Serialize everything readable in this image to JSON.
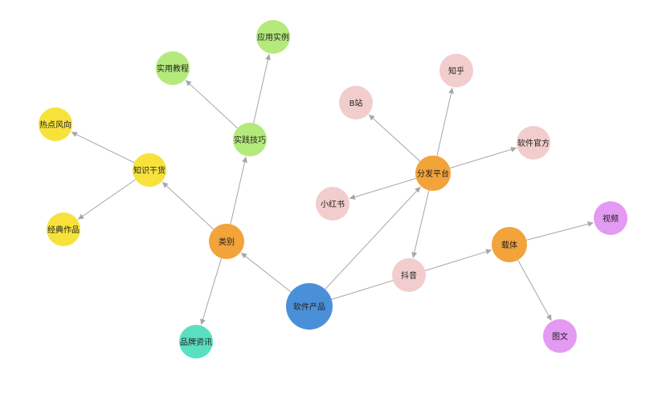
{
  "colors": {
    "edge": "#a6a6a6",
    "root": "#4a90d9",
    "hub": "#f2a33a",
    "green": "#b3ea7b",
    "yellow": "#f7e23b",
    "teal": "#5ae0c1",
    "pink": "#f2cdcd",
    "violet": "#e39af2"
  },
  "nodes": [
    {
      "id": "software",
      "label": "软件产品",
      "color": "root"
    },
    {
      "id": "category",
      "label": "类别",
      "color": "hub"
    },
    {
      "id": "platform",
      "label": "分发平台",
      "color": "hub"
    },
    {
      "id": "carrier",
      "label": "载体",
      "color": "hub"
    },
    {
      "id": "practice",
      "label": "实践技巧",
      "color": "green"
    },
    {
      "id": "usecase",
      "label": "应用实例",
      "color": "green"
    },
    {
      "id": "tutorial",
      "label": "实用教程",
      "color": "green"
    },
    {
      "id": "knowledge",
      "label": "知识干货",
      "color": "yellow"
    },
    {
      "id": "trends",
      "label": "热点风向",
      "color": "yellow"
    },
    {
      "id": "classic",
      "label": "经典作品",
      "color": "yellow"
    },
    {
      "id": "brandnews",
      "label": "品牌资讯",
      "color": "teal"
    },
    {
      "id": "bilibili",
      "label": "B站",
      "color": "pink"
    },
    {
      "id": "zhihu",
      "label": "知乎",
      "color": "pink"
    },
    {
      "id": "official",
      "label": "软件官方",
      "color": "pink"
    },
    {
      "id": "xiaohongshu",
      "label": "小红书",
      "color": "pink"
    },
    {
      "id": "douyin",
      "label": "抖音",
      "color": "pink"
    },
    {
      "id": "video",
      "label": "视频",
      "color": "violet"
    },
    {
      "id": "graphic",
      "label": "图文",
      "color": "violet"
    }
  ],
  "edges": [
    {
      "from": "software",
      "to": "category"
    },
    {
      "from": "software",
      "to": "platform"
    },
    {
      "from": "software",
      "to": "carrier"
    },
    {
      "from": "category",
      "to": "knowledge"
    },
    {
      "from": "category",
      "to": "practice"
    },
    {
      "from": "category",
      "to": "brandnews"
    },
    {
      "from": "knowledge",
      "to": "trends"
    },
    {
      "from": "knowledge",
      "to": "classic"
    },
    {
      "from": "practice",
      "to": "tutorial"
    },
    {
      "from": "practice",
      "to": "usecase"
    },
    {
      "from": "platform",
      "to": "bilibili"
    },
    {
      "from": "platform",
      "to": "zhihu"
    },
    {
      "from": "platform",
      "to": "official"
    },
    {
      "from": "platform",
      "to": "xiaohongshu"
    },
    {
      "from": "platform",
      "to": "douyin"
    },
    {
      "from": "carrier",
      "to": "video"
    },
    {
      "from": "carrier",
      "to": "graphic"
    }
  ]
}
